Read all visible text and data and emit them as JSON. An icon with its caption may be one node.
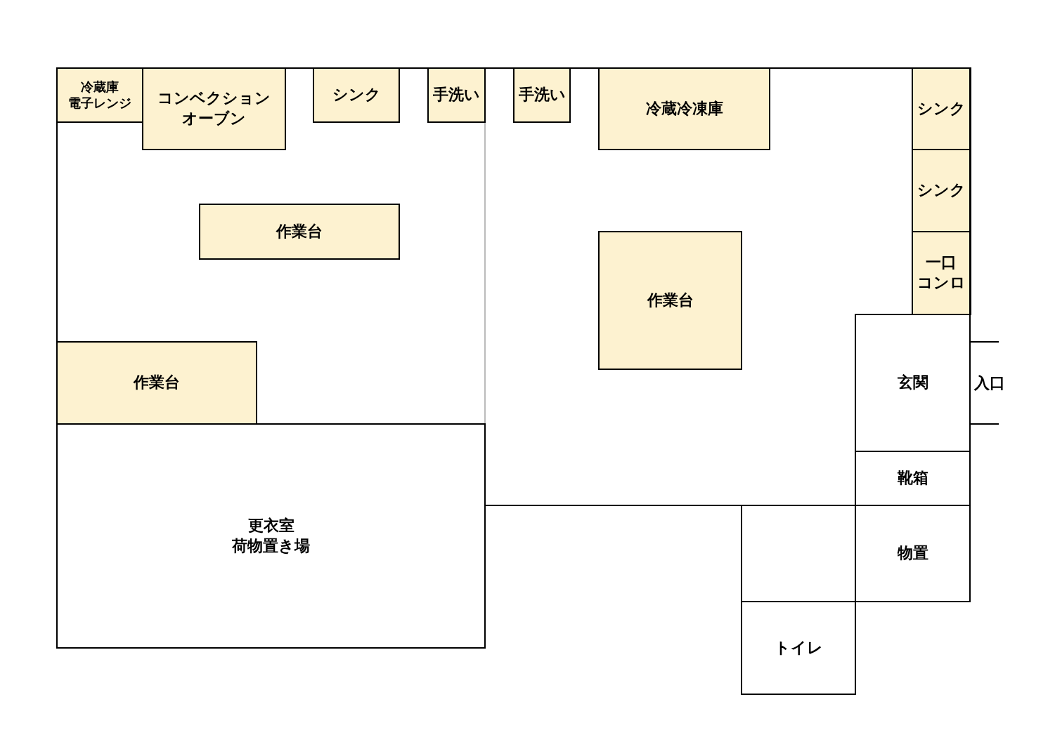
{
  "diagram": {
    "nodes": [
      {
        "text": [
          "冷蔵庫",
          "電子レンジ"
        ]
      },
      {
        "text": [
          "コンベクションオーブン"
        ]
      },
      {
        "text": [
          "シンク"
        ]
      },
      {
        "text": [
          "手洗い"
        ]
      },
      {
        "text": [
          "手洗い"
        ]
      },
      {
        "text": [
          "冷蔵冷凍庫"
        ]
      },
      {
        "text": [
          "シンク"
        ]
      },
      {
        "text": [
          "シンク"
        ]
      },
      {
        "text": [
          "一口",
          "コンロ"
        ]
      },
      {
        "text": [
          "作業台"
        ]
      },
      {
        "text": [
          "作業台"
        ]
      },
      {
        "text": [
          "作業台"
        ]
      },
      {
        "text": [
          "玄関"
        ],
        "beside": [
          "入口"
        ]
      },
      {
        "text": [
          "靴箱"
        ]
      },
      {
        "text": [
          "物置"
        ]
      },
      {
        "text": [
          "更衣室",
          "荷物置き場"
        ]
      },
      {
        "text": [],
        "shape": "box"
      },
      {
        "text": [
          "トイレ"
        ]
      }
    ],
    "edges": []
  }
}
